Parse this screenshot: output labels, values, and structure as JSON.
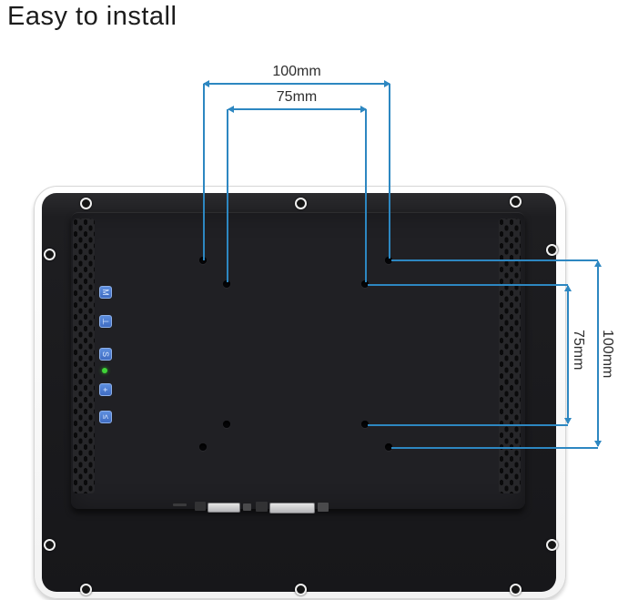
{
  "title": "Easy to install",
  "annotation": {
    "color": "#2d87c1",
    "top_outer_label": "100mm",
    "top_inner_label": "75mm",
    "side_inner_label": "75mm",
    "side_outer_label": "100mm"
  },
  "monitor": {
    "type": "rear view of panel monitor",
    "buttons": [
      {
        "name": "menu-button",
        "glyph": "M"
      },
      {
        "name": "down-button",
        "glyph": "⊥"
      },
      {
        "name": "select-button",
        "glyph": "S"
      },
      {
        "name": "plus-button",
        "glyph": "+"
      },
      {
        "name": "minus-button",
        "glyph": "≤"
      }
    ],
    "led_color": "#3fd437",
    "button_color": "#4a7dd2",
    "vesa_hole_count": 8,
    "screw_count": 10,
    "ports": [
      {
        "name": "vga-port"
      },
      {
        "name": "dvi-port"
      }
    ]
  }
}
